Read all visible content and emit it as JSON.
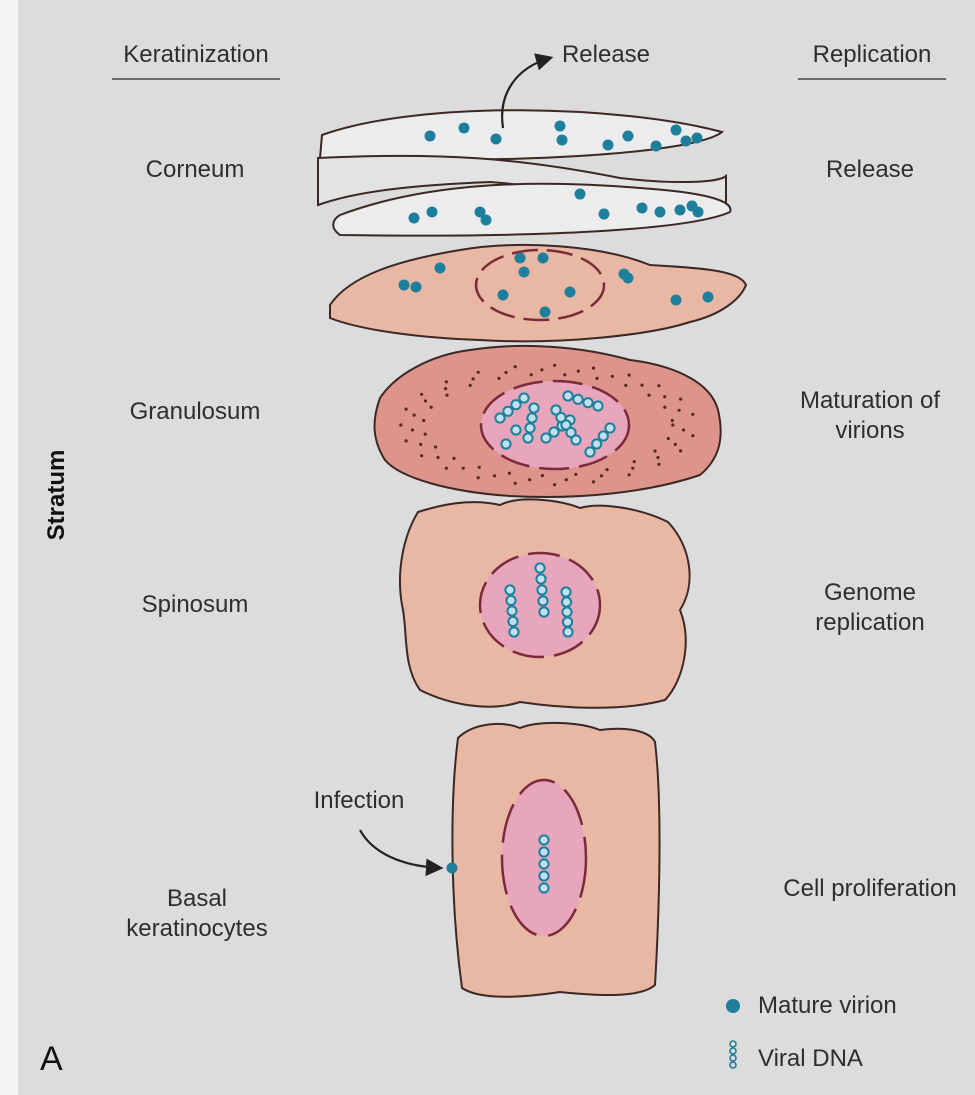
{
  "headers": {
    "left": "Keratinization",
    "center": "Release",
    "right": "Replication"
  },
  "axis_label": "Stratum",
  "layers": [
    {
      "left": "Corneum",
      "right": "Release"
    },
    {
      "left": "Granulosum",
      "right": "Maturation of virions"
    },
    {
      "left": "Spinosum",
      "right": "Genome replication"
    },
    {
      "left": "Basal keratinocytes",
      "right": "Cell proliferation"
    }
  ],
  "infection_label": "Infection",
  "legend": {
    "virion": "Mature virion",
    "dna": "Viral DNA"
  },
  "panel_letter": "A",
  "colors": {
    "background": "#dcdcdc",
    "virion": "#1d7f9c",
    "cell_fill": "#e8b8a4",
    "nucleus_fill": "#e8a6bc",
    "outline": "#3b2824"
  }
}
